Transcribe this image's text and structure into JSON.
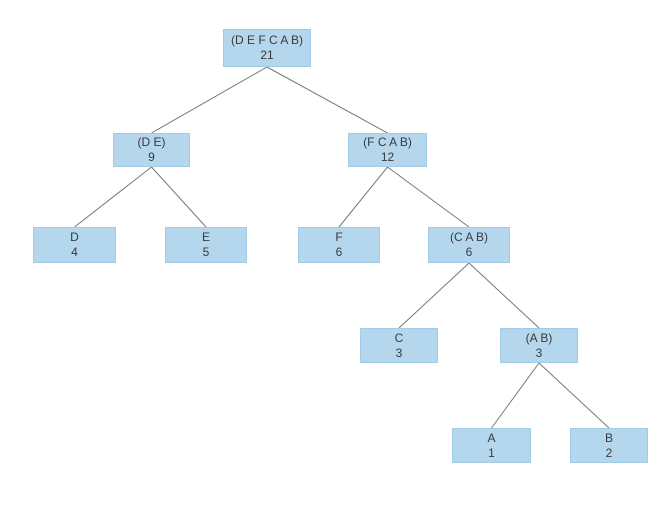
{
  "page": {
    "background": "#ffffff"
  },
  "diagram": {
    "kind": "binary-tree",
    "description": "Huffman coding tree with symbol groups and frequency counts",
    "colors": {
      "node_fill": "#b4d7ee",
      "node_border": "#a2cbe7",
      "edge_color": "#787878",
      "text_color": "#3a3a3a"
    },
    "nodes": [
      {
        "id": "defcab",
        "label": "(D E F C A B)",
        "value": "21"
      },
      {
        "id": "de",
        "label": "(D E)",
        "value": "9"
      },
      {
        "id": "fcab",
        "label": "(F C A B)",
        "value": "12"
      },
      {
        "id": "d",
        "label": "D",
        "value": "4"
      },
      {
        "id": "e",
        "label": "E",
        "value": "5"
      },
      {
        "id": "f",
        "label": "F",
        "value": "6"
      },
      {
        "id": "cab",
        "label": "(C A B)",
        "value": "6"
      },
      {
        "id": "c",
        "label": "C",
        "value": "3"
      },
      {
        "id": "ab",
        "label": "(A B)",
        "value": "3"
      },
      {
        "id": "a",
        "label": "A",
        "value": "1"
      },
      {
        "id": "b",
        "label": "B",
        "value": "2"
      }
    ],
    "edges": [
      {
        "from": "defcab",
        "to": "de"
      },
      {
        "from": "defcab",
        "to": "fcab"
      },
      {
        "from": "de",
        "to": "d"
      },
      {
        "from": "de",
        "to": "e"
      },
      {
        "from": "fcab",
        "to": "f"
      },
      {
        "from": "fcab",
        "to": "cab"
      },
      {
        "from": "cab",
        "to": "c"
      },
      {
        "from": "cab",
        "to": "ab"
      },
      {
        "from": "ab",
        "to": "a"
      },
      {
        "from": "ab",
        "to": "b"
      }
    ]
  }
}
